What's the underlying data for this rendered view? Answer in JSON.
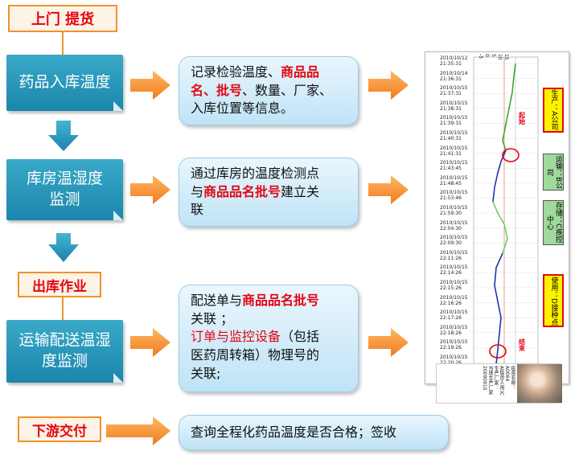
{
  "headers": {
    "pickup": "上门 提货",
    "outbound": "出库作业",
    "delivery": "下游交付"
  },
  "steps": {
    "inbound_temp": "药品入库温度",
    "warehouse": [
      "库房温湿度",
      "监测"
    ],
    "transport": [
      "运输配送温湿",
      "度监测"
    ]
  },
  "notes": {
    "inbound": {
      "a": "记录检验温度、",
      "b": "商品品",
      "c": "名、批号",
      "d": "、数量、厂家、",
      "e": "入库位置等信息。"
    },
    "warehouse": {
      "a": " 通过库房的温度检测点",
      "b": "与",
      "c": "商品品名批号",
      "d": "建立关",
      "e": "联"
    },
    "transport": {
      "a": "配送单与",
      "b": "商品品名批号",
      "c": "关联 ；",
      "d": "订单与监控设备",
      "e": "（包括",
      "f": "医药周转箱）物理号的",
      "g": "关联;"
    },
    "delivery": "查询全程化药品温度是否合格；签收"
  },
  "chart": {
    "axis_ticks": [
      "-5",
      "0",
      "5",
      "10",
      "15"
    ],
    "timestamps": [
      [
        "2010/10/12",
        "21:35:31"
      ],
      [
        "2010/10/14",
        "21:36:31"
      ],
      [
        "2010/10/15",
        "21:37:31"
      ],
      [
        "2010/10/15",
        "21:38:31"
      ],
      [
        "2010/10/15",
        "21:39:31"
      ],
      [
        "2010/10/15",
        "21:40:31"
      ],
      [
        "2010/10/15",
        "21:41:31"
      ],
      [
        "2010/10/15",
        "21:43:45"
      ],
      [
        "2010/10/15",
        "21:48:45"
      ],
      [
        "2010/10/15",
        "21:53:46"
      ],
      [
        "2010/10/15",
        "21:59:30"
      ],
      [
        "2010/10/15",
        "22:04:30"
      ],
      [
        "2010/10/15",
        "22:09:30"
      ],
      [
        "2010/10/15",
        "22:11:26"
      ],
      [
        "2010/10/15",
        "22:14:26"
      ],
      [
        "2010/10/15",
        "22:15:26"
      ],
      [
        "2010/10/15",
        "22:16:26"
      ],
      [
        "2010/10/15",
        "22:17:26"
      ],
      [
        "2010/10/15",
        "22:18:26"
      ],
      [
        "2010/10/15",
        "22:19:26"
      ],
      [
        "2010/10/15",
        "22:20:26"
      ]
    ],
    "stage_labels": [
      {
        "text": "生产：A公司",
        "bg": "#fff200",
        "border": "#e30613"
      },
      {
        "text": "运输：B公司",
        "bg": "#9fd99b",
        "border": "#555555"
      },
      {
        "text": "存储：C疾控中心",
        "bg": "#9fd99b",
        "border": "#555555"
      },
      {
        "text": "使用：D接种点",
        "bg": "#fff200",
        "border": "#e30613"
      }
    ],
    "circle_labels": [
      "起始",
      "结束"
    ],
    "product_info": [
      "疫苗名称：",
      "A0064",
      "A疫苗(人用)C",
      "生产厂家：",
      "当地生产厂家",
      "20090910"
    ]
  }
}
